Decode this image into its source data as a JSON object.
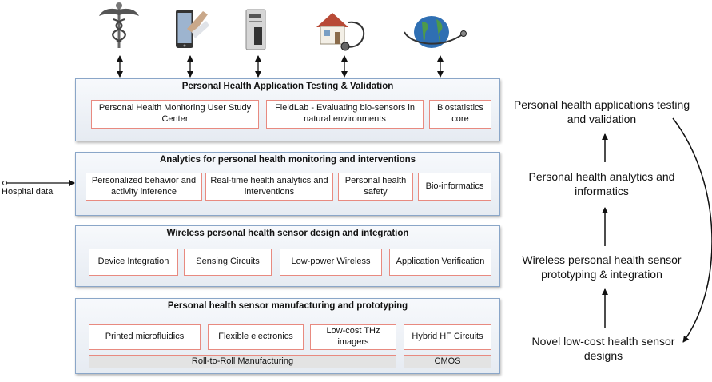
{
  "icons": [
    {
      "name": "caduceus-icon"
    },
    {
      "name": "smartphone-icon"
    },
    {
      "name": "sensor-device-icon"
    },
    {
      "name": "house-stethoscope-icon"
    },
    {
      "name": "globe-stethoscope-icon"
    }
  ],
  "layers": [
    {
      "title": "Personal Health Application Testing & Validation",
      "boxes": [
        "Personal Health Monitoring User Study Center",
        "FieldLab - Evaluating bio-sensors in natural environments",
        "Biostatistics core"
      ]
    },
    {
      "title": "Analytics for personal health monitoring and interventions",
      "boxes": [
        "Personalized behavior and activity inference",
        "Real-time health analytics and interventions",
        "Personal health safety",
        "Bio-informatics"
      ]
    },
    {
      "title": "Wireless personal health sensor design and integration",
      "boxes": [
        "Device Integration",
        "Sensing Circuits",
        "Low-power Wireless",
        "Application Verification"
      ]
    },
    {
      "title": "Personal health sensor manufacturing and prototyping",
      "boxes": [
        "Printed microfluidics",
        "Flexible electronics",
        "Low-cost THz imagers",
        "Hybrid HF Circuits",
        "Roll-to-Roll Manufacturing",
        "CMOS"
      ]
    }
  ],
  "input_label": "Hospital data",
  "cycle": [
    "Personal health applications testing and validation",
    "Personal health analytics and informatics",
    "Wireless personal health sensor prototyping & integration",
    "Novel low-cost health sensor designs"
  ],
  "colors": {
    "panel_border": "#8aa6c8",
    "box_border": "#e88a80",
    "arrow": "#111111"
  }
}
